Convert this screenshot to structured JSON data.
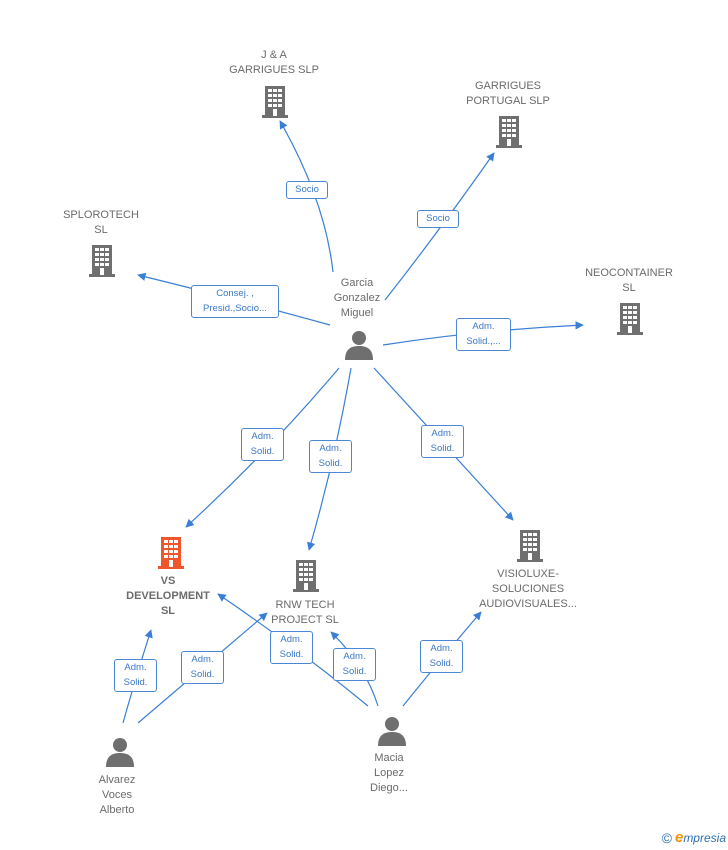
{
  "companies": {
    "garrigues_slp": "J & A\nGARRIGUES SLP",
    "garrigues_portugal": "GARRIGUES\nPORTUGAL SLP",
    "splorotech": "SPLOROTECH\nSL",
    "neocontainer": "NEOCONTAINER\nSL",
    "vs_development": "VS\nDEVELOPMENT\nSL",
    "rnw_tech": "RNW TECH\nPROJECT  SL",
    "visioluxe": "VISIOLUXE-\nSOLUCIONES\nAUDIOVISUALES..."
  },
  "people": {
    "garcia": "Garcia\nGonzalez\nMiguel",
    "alvarez": "Alvarez\nVoces\nAlberto",
    "macia": "Macia\nLopez\nDiego..."
  },
  "relations": {
    "socio_1": "Socio",
    "socio_2": "Socio",
    "consej": "Consej. ,\nPresid.,Socio...",
    "adm_neo": "Adm.\nSolid.,...",
    "adm_vs_garcia": "Adm.\nSolid.",
    "adm_rnw_garcia": "Adm.\nSolid.",
    "adm_visio_garcia": "Adm.\nSolid.",
    "adm_vs_alvarez": "Adm.\nSolid.",
    "adm_rnw_alvarez": "Adm.\nSolid.",
    "adm_vs_macia": "Adm.\nSolid.",
    "adm_rnw_macia": "Adm.\nSolid.",
    "adm_visio_macia": "Adm.\nSolid."
  },
  "colors": {
    "edge": "#3a7fd5",
    "node": "#6f6f6f",
    "highlight": "#f0562b"
  },
  "brand": {
    "copyright": "©",
    "e": "e",
    "rest": "mpresia"
  }
}
